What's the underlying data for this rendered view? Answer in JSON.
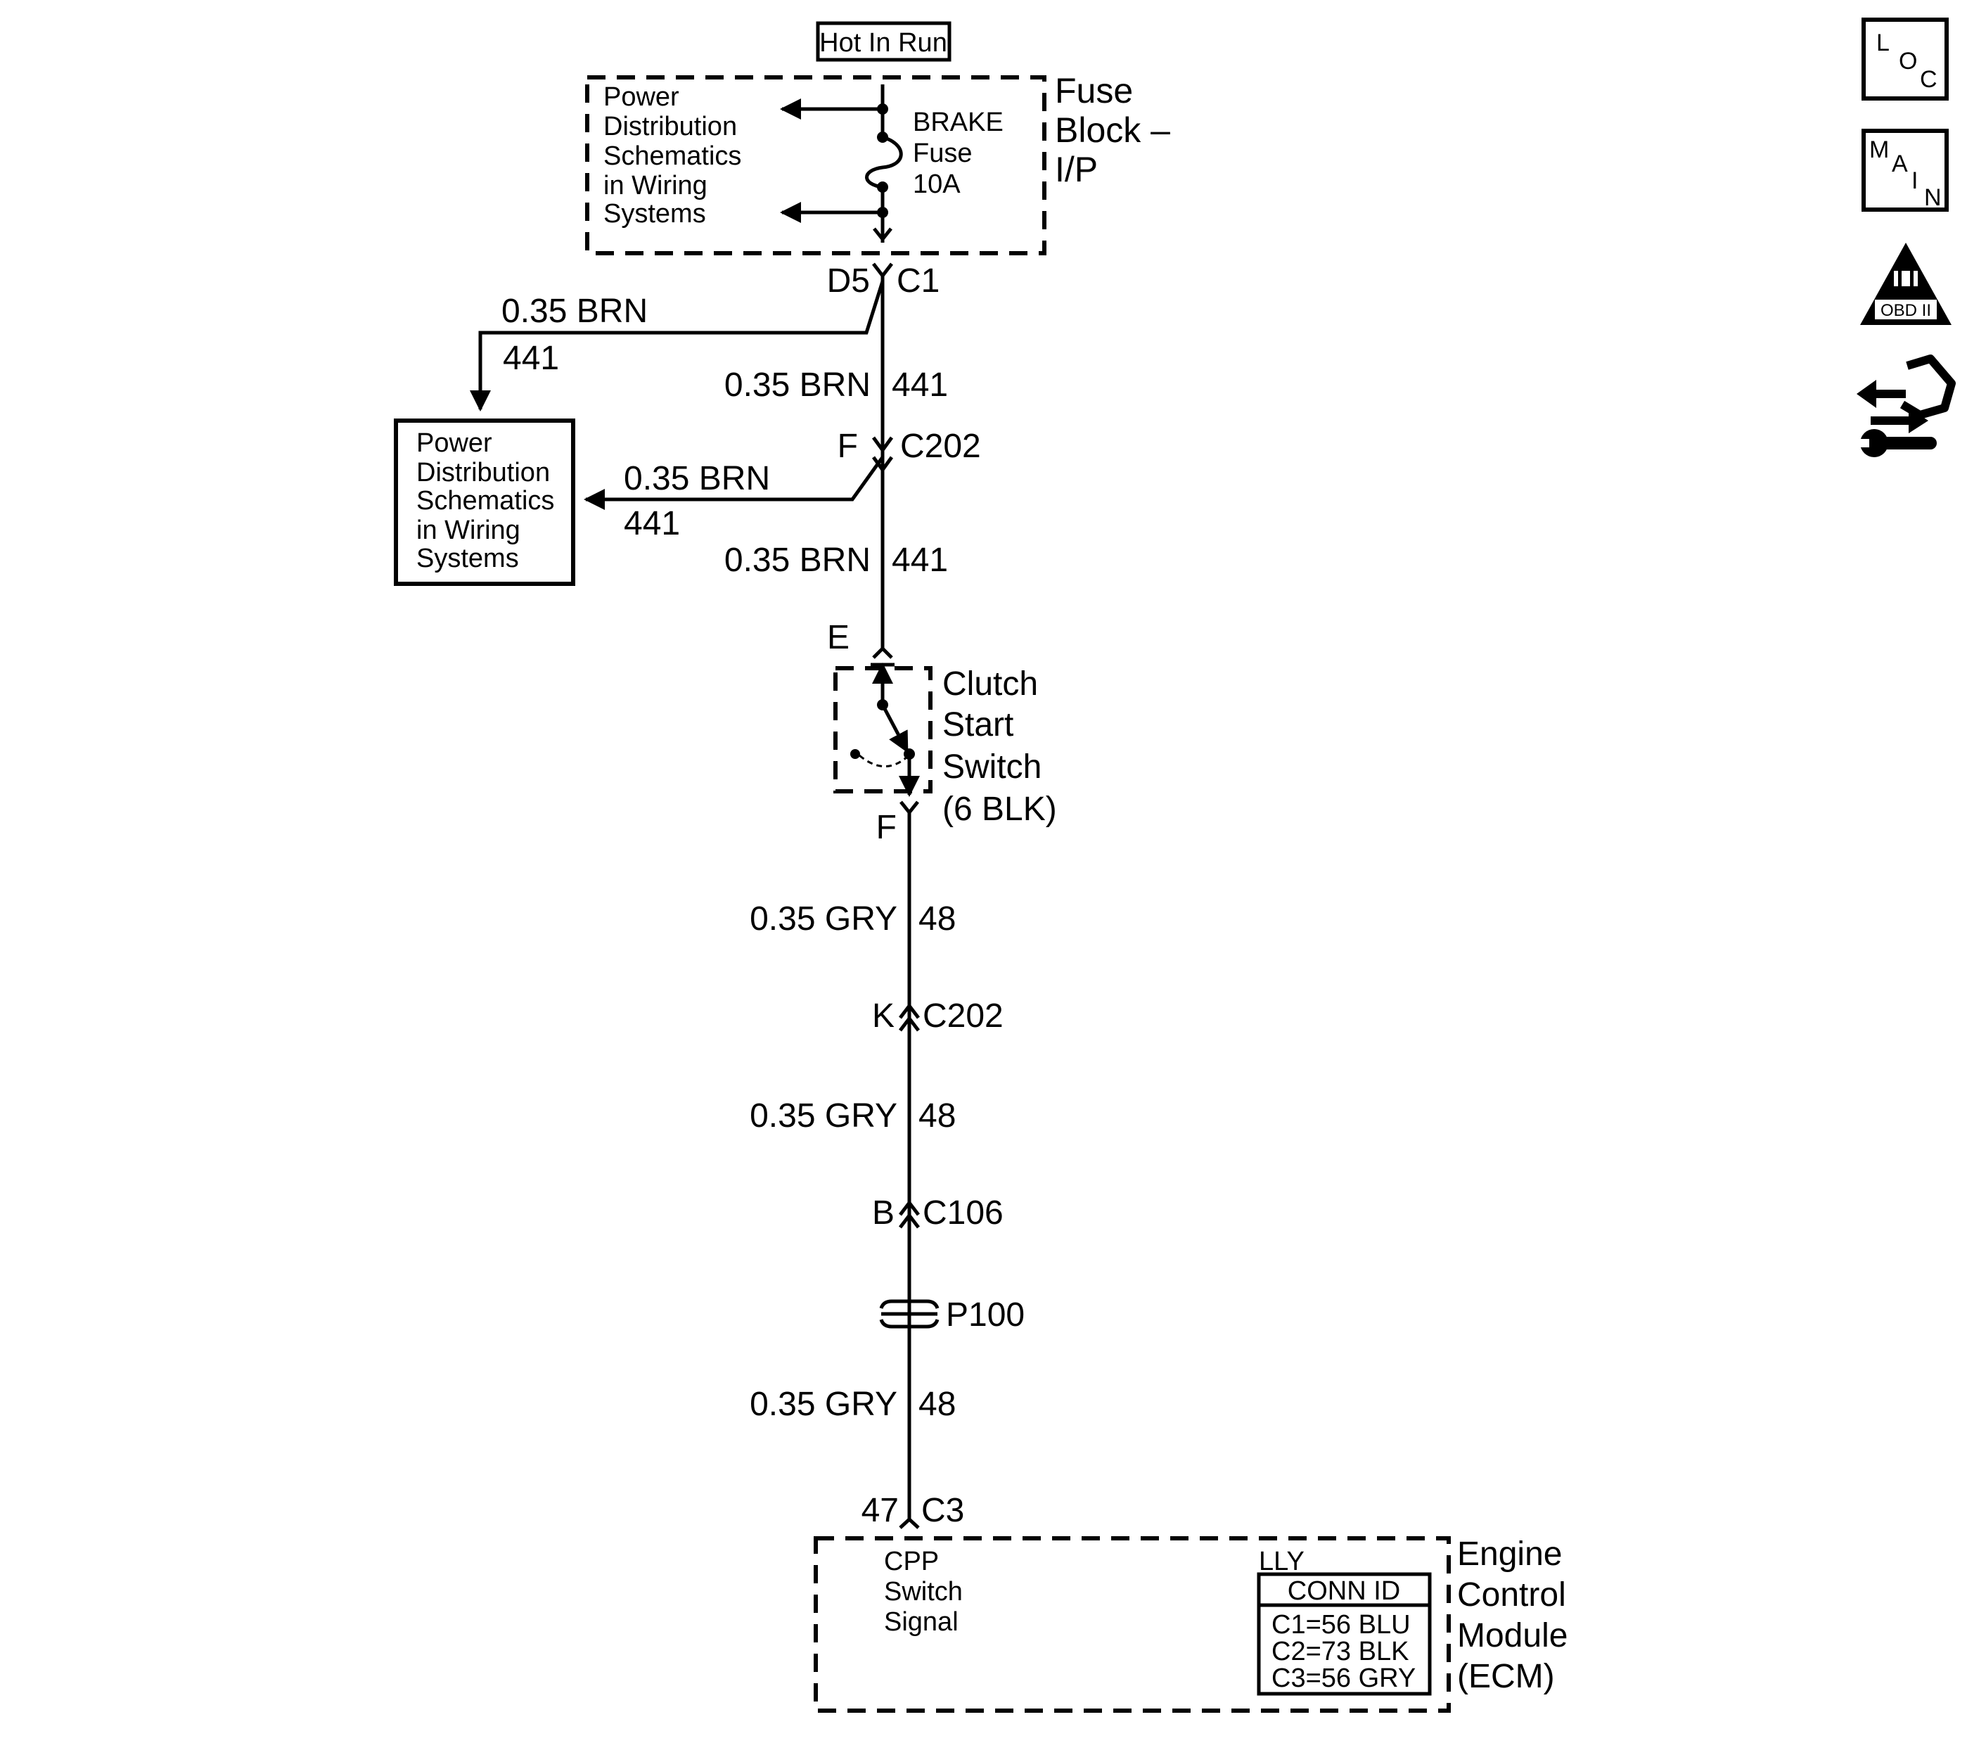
{
  "hot_in_run": "Hot In Run",
  "fuse_block": {
    "name_lines": [
      "Fuse",
      "Block –",
      "I/P"
    ],
    "fuse_lines": [
      "BRAKE",
      "Fuse",
      "10A"
    ],
    "ref_lines": [
      "Power",
      "Distribution",
      "Schematics",
      "in Wiring",
      "Systems"
    ]
  },
  "connector_c1": {
    "pin": "D5",
    "name": "C1"
  },
  "branch_1": {
    "wire": "0.35 BRN",
    "circuit": "441"
  },
  "power_box": {
    "lines": [
      "Power",
      "Distribution",
      "Schematics",
      "in Wiring",
      "Systems"
    ]
  },
  "wire_1": {
    "wire": "0.35 BRN",
    "circuit": "441"
  },
  "connector_c202_top": {
    "pin": "F",
    "name": "C202"
  },
  "branch_2": {
    "wire": "0.35 BRN",
    "circuit": "441"
  },
  "wire_2": {
    "wire": "0.35 BRN",
    "circuit": "441"
  },
  "clutch_switch": {
    "pin_in": "E",
    "pin_out": "F",
    "name_lines": [
      "Clutch",
      "Start",
      "Switch",
      "(6 BLK)"
    ]
  },
  "wire_3": {
    "wire": "0.35 GRY",
    "circuit": "48"
  },
  "connector_c202_bottom": {
    "pin": "K",
    "name": "C202"
  },
  "wire_4": {
    "wire": "0.35 GRY",
    "circuit": "48"
  },
  "connector_c106": {
    "pin": "B",
    "name": "C106"
  },
  "passthrough": {
    "name": "P100"
  },
  "wire_5": {
    "wire": "0.35 GRY",
    "circuit": "48"
  },
  "connector_c3": {
    "pin": "47",
    "name": "C3"
  },
  "ecm": {
    "name_lines": [
      "Engine",
      "Control",
      "Module",
      "(ECM)"
    ],
    "signal_lines": [
      "CPP",
      "Switch",
      "Signal"
    ],
    "engine_code": "LLY",
    "conn_id_title": "CONN ID",
    "conn_ids": [
      "C1=56 BLU",
      "C2=73 BLK",
      "C3=56 GRY"
    ]
  },
  "nav_icons": {
    "loc": [
      "L",
      "O",
      "C"
    ],
    "main": [
      "M",
      "A",
      "I",
      "N"
    ],
    "obd": {
      "numeral": "II",
      "label": "OBD II"
    },
    "connector_icon": "connector-wrench-icon"
  }
}
